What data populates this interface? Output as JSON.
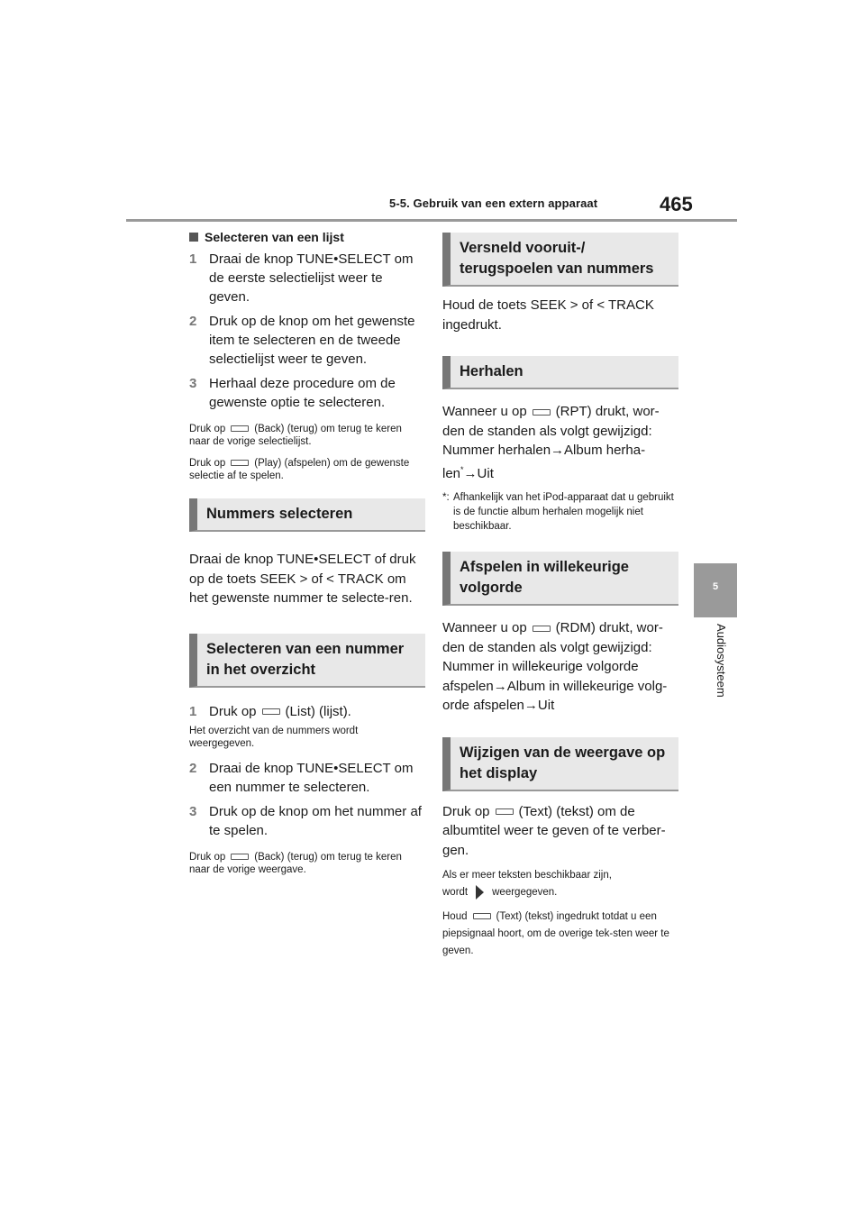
{
  "header": {
    "section_title": "5-5. Gebruik van een extern apparaat",
    "page_number": "465"
  },
  "side_tab": {
    "chapter_number": "5",
    "chapter_label": "Audiosysteem"
  },
  "left": {
    "list_select": {
      "heading": "Selecteren van een lijst",
      "steps": [
        {
          "num": "1",
          "text": "Draai de knop TUNE•SELECT om de eerste selectielijst weer te geven."
        },
        {
          "num": "2",
          "text": "Druk op de knop om het gewenste item te selecteren en de tweede selectielijst weer te geven."
        },
        {
          "num": "3",
          "text": "Herhaal deze procedure om de gewenste optie te selecteren."
        }
      ],
      "note1_a": "Druk op",
      "note1_b": "(Back) (terug) om terug te keren naar de vorige selectielijst.",
      "note2_a": "Druk op",
      "note2_b": "(Play) (afspelen) om de gewenste selectie af te spelen."
    },
    "tracks": {
      "heading": "Nummers selecteren",
      "body": "Draai de knop TUNE•SELECT of druk op de toets SEEK > of < TRACK om het gewenste nummer te selecte-ren."
    },
    "overview": {
      "heading": "Selecteren van een nummer in het overzicht",
      "step1_num": "1",
      "step1_a": "Druk op",
      "step1_b": "(List) (lijst).",
      "note_list": "Het overzicht van de nummers wordt weergegeven.",
      "steps": [
        {
          "num": "2",
          "text": "Draai de knop TUNE•SELECT om een nummer te selecteren."
        },
        {
          "num": "3",
          "text": "Druk op de knop om het nummer af te spelen."
        }
      ],
      "note_back_a": "Druk op",
      "note_back_b": "(Back) (terug) om terug te keren naar de vorige weergave."
    }
  },
  "right": {
    "fast": {
      "heading": "Versneld vooruit-/ terugspoelen van nummers",
      "body": "Houd de toets SEEK > of < TRACK ingedrukt."
    },
    "repeat": {
      "heading": "Herhalen",
      "body_a": "Wanneer u op",
      "body_b": "(RPT) drukt, wor-den de standen als volgt gewijzigd: Nummer herhalen→Album herha-len",
      "sup": "*",
      "body_c": "→Uit",
      "footnote_mark": "*:",
      "footnote": "Afhankelijk van het iPod-apparaat dat u gebruikt is de functie album herhalen mogelijk niet beschikbaar."
    },
    "random": {
      "heading": "Afspelen in willekeurige volgorde",
      "body_a": "Wanneer u op",
      "body_b": "(RDM) drukt, wor-den de standen als volgt gewijzigd: Nummer in willekeurige volgorde afspelen→Album in willekeurige volg-orde afspelen→Uit"
    },
    "display": {
      "heading": "Wijzigen van de weergave op het display",
      "body_a": "Druk op",
      "body_b": "(Text) (tekst) om de albumtitel weer te geven of te verber-gen.",
      "note1": "Als er meer teksten beschikbaar zijn,",
      "note2_a": "wordt",
      "note2_b": "weergegeven.",
      "note3_a": "Houd",
      "note3_b": "(Text) (tekst) ingedrukt totdat u een piepsignaal hoort, om de overige tek-sten weer te geven."
    }
  }
}
